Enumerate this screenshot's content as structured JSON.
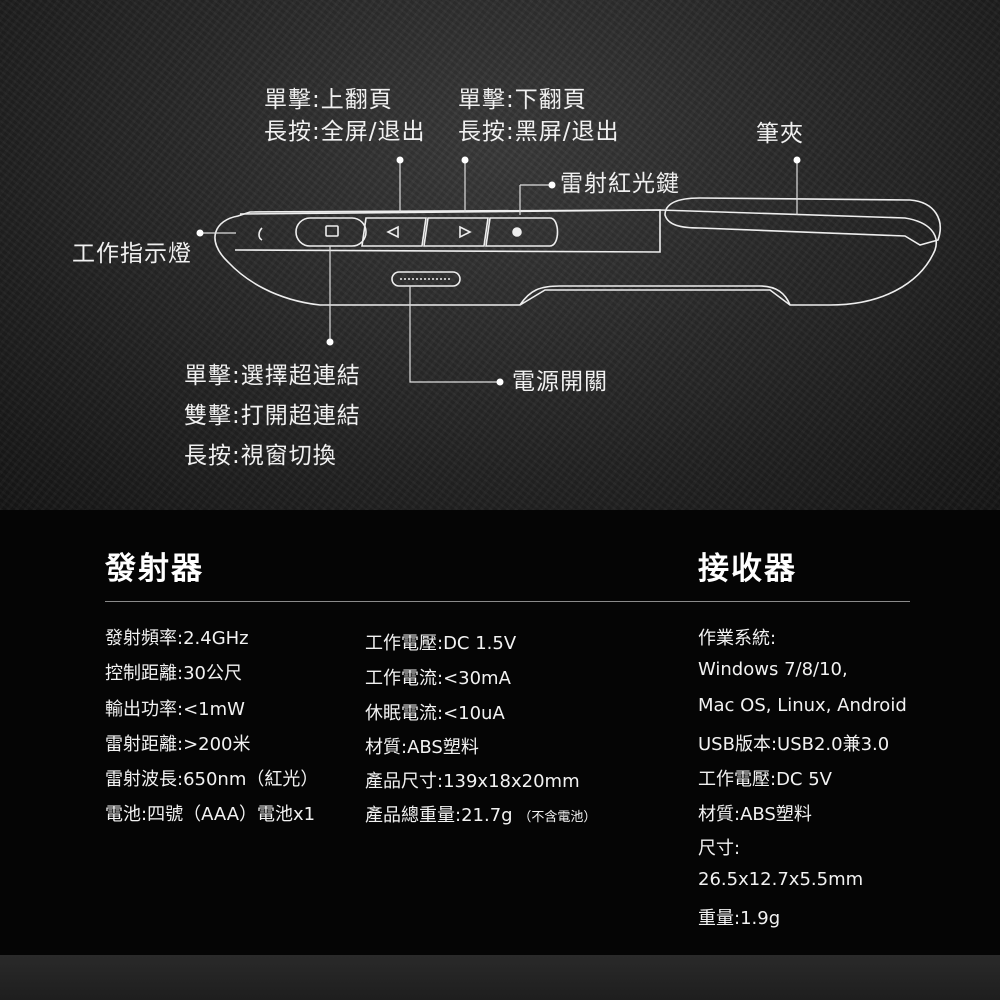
{
  "callouts": {
    "up_button_line1": "單擊:上翻頁",
    "up_button_line2": "長按:全屏/退出",
    "down_button_line1": "單擊:下翻頁",
    "down_button_line2": "長按:黑屏/退出",
    "pen_clip": "筆夾",
    "laser_key": "雷射紅光鍵",
    "indicator": "工作指示燈",
    "select_line1": "單擊:選擇超連結",
    "select_line2": "雙擊:打開超連結",
    "select_line3": "長按:視窗切換",
    "power_switch": "電源開關"
  },
  "transmitter": {
    "title": "發射器",
    "col1": [
      "發射頻率:2.4GHz",
      "控制距離:30公尺",
      "輸出功率:<1mW",
      "雷射距離:>200米",
      "雷射波長:650nm（紅光）",
      "電池:四號（AAA）電池x1"
    ],
    "col2": [
      "工作電壓:DC 1.5V",
      "工作電流:<30mA",
      "休眠電流:<10uA",
      "材質:ABS塑料",
      "產品尺寸:139x18x20mm"
    ],
    "weight_label": "產品總重量:21.7g",
    "weight_note": "（不含電池）"
  },
  "receiver": {
    "title": "接收器",
    "lines": [
      "作業系統:",
      "Windows 7/8/10,",
      "Mac OS, Linux, Android",
      "USB版本:USB2.0兼3.0",
      "工作電壓:DC 5V",
      "材質:ABS塑料",
      "尺寸:",
      "26.5x12.7x5.5mm",
      "重量:1.9g"
    ]
  }
}
